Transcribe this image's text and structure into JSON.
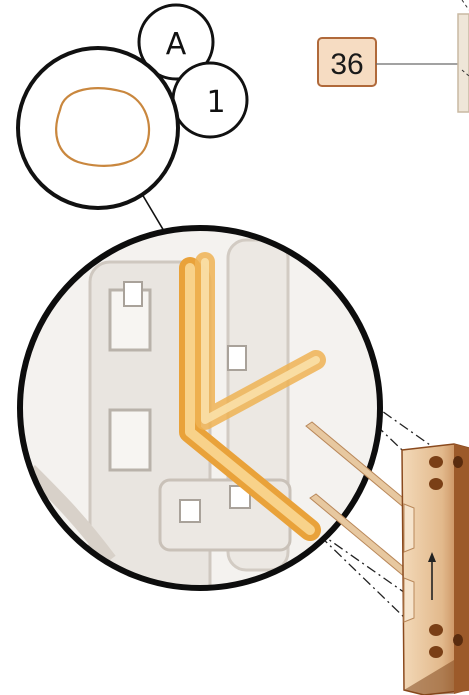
{
  "step": {
    "number": "36"
  },
  "callouts": {
    "letter": "A",
    "count": "1"
  },
  "colors": {
    "badge_fill": "#f6dcc2",
    "badge_stroke": "#b0693a",
    "clip_orange": "#f2b24a",
    "clip_light": "#f8d28a",
    "wood_dark": "#8a4a1e",
    "wood_mid": "#c98a55",
    "wood_light": "#f0d2ae",
    "rubber_band": "#c9873e",
    "line": "#1a1a1a"
  },
  "icons": [
    "part-a-callout",
    "quantity-callout",
    "rubber-band-icon",
    "insert-arrow-icon"
  ]
}
